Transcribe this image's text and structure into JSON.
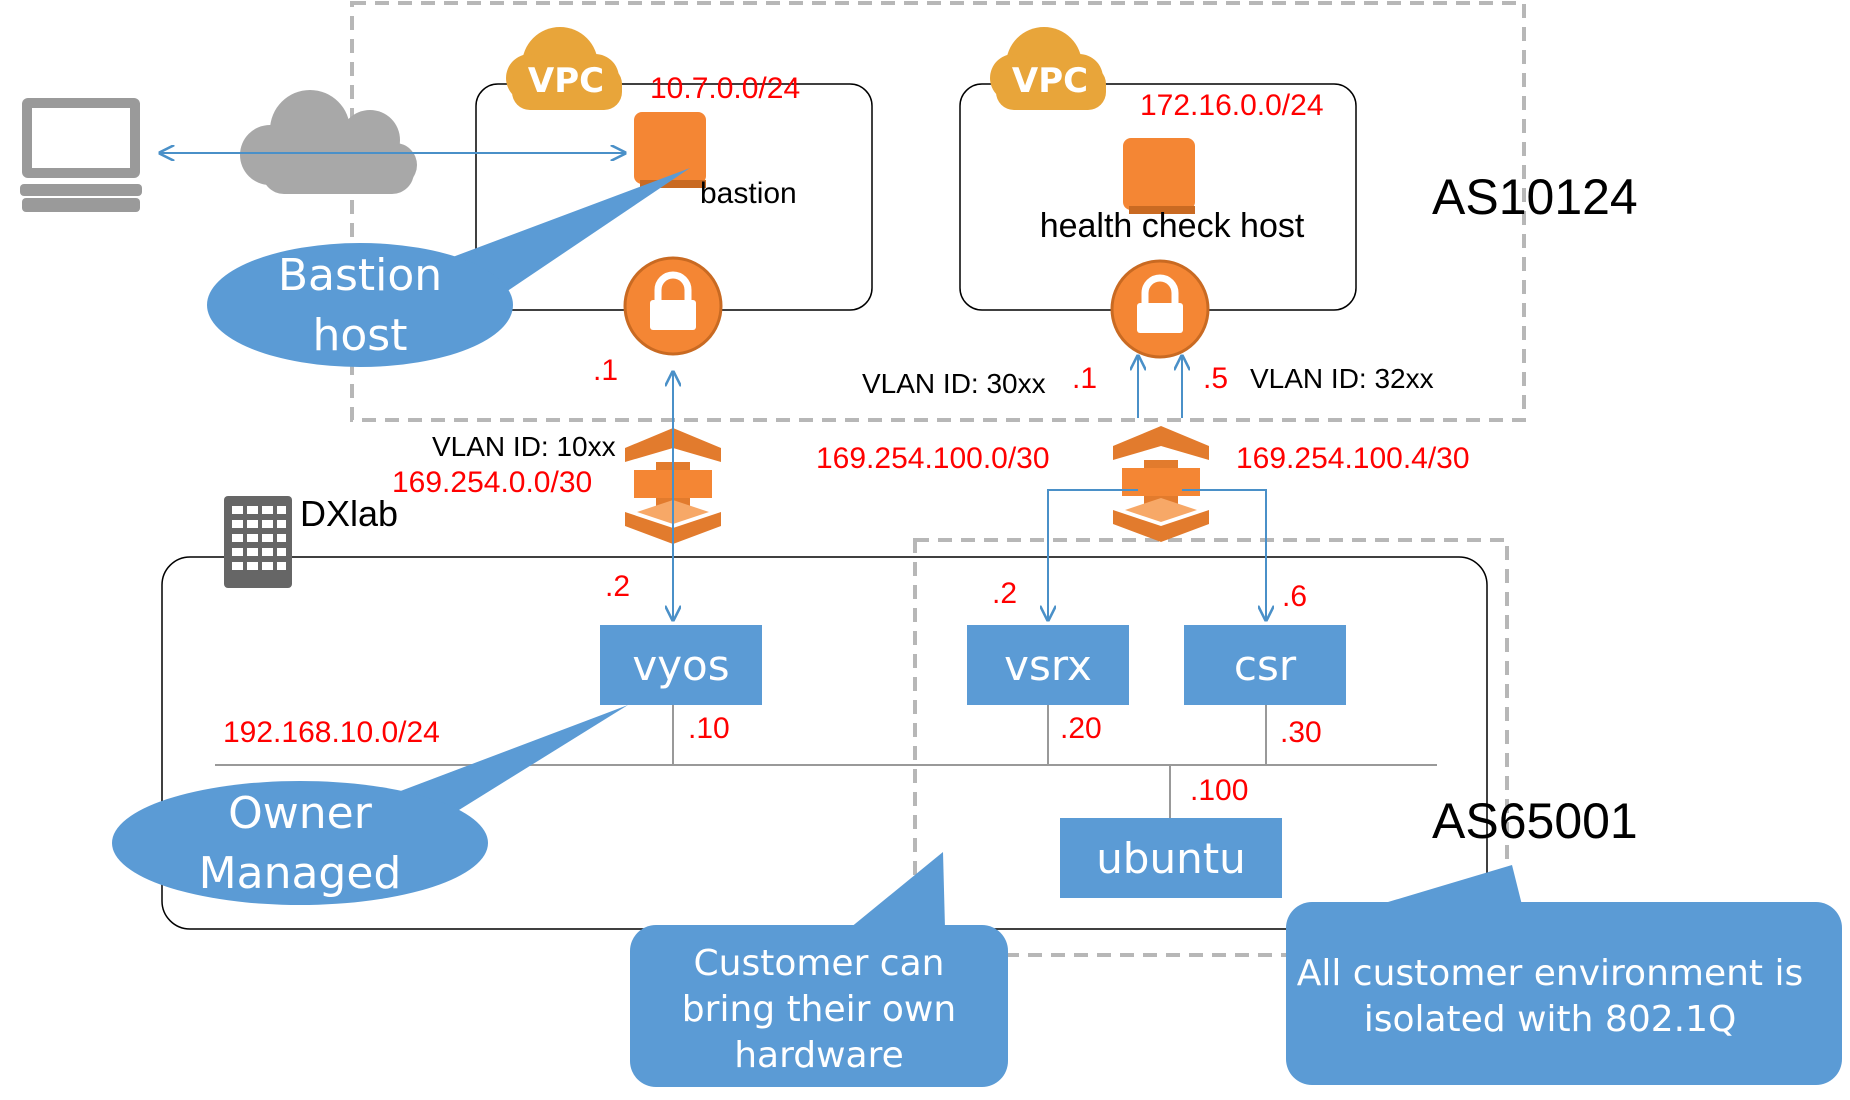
{
  "vpc_left": {
    "badge": "VPC",
    "cidr": "10.7.0.0/24",
    "host_label": "bastion"
  },
  "vpc_right": {
    "badge": "VPC",
    "cidr": "172.16.0.0/24",
    "host_label": "health check host"
  },
  "as_top": "AS10124",
  "as_bottom": "AS65001",
  "callouts": {
    "bastion": [
      "Bastion",
      "host"
    ],
    "owner": [
      "Owner",
      "Managed"
    ],
    "customer": [
      "Customer can",
      "bring their own",
      "hardware"
    ],
    "isolated": [
      "All customer environment  is",
      "isolated with 802.1Q"
    ]
  },
  "left_link": {
    "gw_ip": ".1",
    "vlan": "VLAN ID: 10xx",
    "subnet": "169.254.0.0/30",
    "router_ip": ".2"
  },
  "right_link": {
    "vlan_a": "VLAN ID: 30xx",
    "gw_ip_a": ".1",
    "gw_ip_b": ".5",
    "vlan_b": "VLAN ID: 32xx",
    "subnet_a": "169.254.100.0/30",
    "subnet_b": "169.254.100.4/30",
    "router_a_ip": ".2",
    "router_b_ip": ".6"
  },
  "dxlab": {
    "label": "DXlab",
    "lan": "192.168.10.0/24",
    "hosts": [
      {
        "name": "vyos",
        "ip": ".10"
      },
      {
        "name": "vsrx",
        "ip": ".20"
      },
      {
        "name": "csr",
        "ip": ".30"
      },
      {
        "name": "ubuntu",
        "ip": ".100"
      }
    ]
  },
  "colors": {
    "accent_orange": "#f48634",
    "aws_gold": "#e8a53a",
    "box_blue": "#5b9bd5",
    "callout_blue": "#5b9bd5",
    "label_red": "#ff0000",
    "line_blue": "#4a90c8",
    "dash_grey": "#b7b7b7"
  },
  "icons": [
    "laptop-icon",
    "internet-cloud-icon",
    "vpc-cloud-icon",
    "ec2-instance-icon",
    "vpn-gateway-lock-icon",
    "direct-connect-icon",
    "datacenter-building-icon"
  ]
}
